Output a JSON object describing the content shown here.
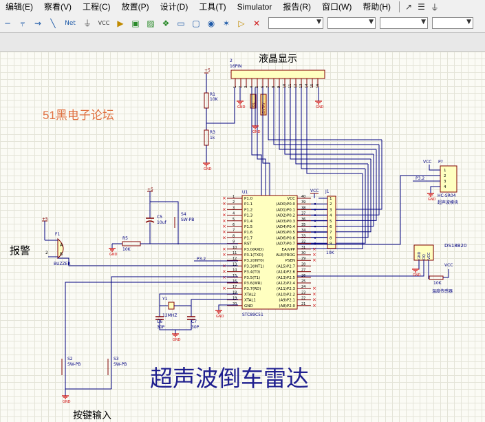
{
  "menu": {
    "items": [
      "编辑(E)",
      "察看(V)",
      "工程(C)",
      "放置(P)",
      "设计(D)",
      "工具(T)",
      "Simulator",
      "报告(R)",
      "窗口(W)",
      "帮助(H)"
    ]
  },
  "toolbar": {
    "wire_label": "Net",
    "vcc_label": "VCC"
  },
  "annotations": {
    "site_label": "51黑电子论坛",
    "title": "超声波倒车雷达",
    "lcd_label": "液晶显示",
    "alarm_label": "报警",
    "key_label": "按键输入"
  },
  "schematic": {
    "lcd": {
      "ref": "2",
      "value": "16PIN"
    },
    "r1": {
      "ref": "R1",
      "value": "10K"
    },
    "r3": {
      "ref": "R3",
      "value": "1k"
    },
    "r5": {
      "ref": "R5",
      "value": "10K"
    },
    "c5": {
      "ref": "C5",
      "value": "10uf"
    },
    "c6": {
      "ref": "C6",
      "value": "30P"
    },
    "c7": {
      "ref": "C7",
      "value": "30P"
    },
    "y1": {
      "ref": "Y1",
      "value": "12MHZ"
    },
    "s4": {
      "ref": "S4",
      "value": "SW-PB"
    },
    "s2": {
      "ref": "S2",
      "value": "SW-PB"
    },
    "s3": {
      "ref": "S3",
      "value": "SW-PB"
    },
    "f1": {
      "ref": "F1",
      "value": "BUZZER"
    },
    "u1": {
      "ref": "U1",
      "value": "STC89C51"
    },
    "j1": {
      "ref": "J1",
      "value": "10K"
    },
    "p": {
      "ref": "P?",
      "value": "HC-SR04",
      "desc": "超声波模块"
    },
    "ds": {
      "ref": "DS18B20",
      "pins": [
        "GND",
        "DQ",
        "VCC"
      ],
      "sensor_label": "温度传感器",
      "res": "10K"
    },
    "vcc": "VCC",
    "plus5": "+5",
    "gnd": "GND",
    "net_p32": "P3.2",
    "lcd_pins": [
      "1",
      "2",
      "3",
      "4",
      "5",
      "6",
      "7",
      "8",
      "9",
      "10",
      "11",
      "12",
      "13",
      "14",
      "15",
      "16"
    ],
    "lcd_mid_pin": "ENTRY",
    "lcd_bar_pin": "BL",
    "mcu_left_pins": [
      {
        "num": "1",
        "name": "P1.0"
      },
      {
        "num": "2",
        "name": "P1.1"
      },
      {
        "num": "3",
        "name": "P1.2"
      },
      {
        "num": "4",
        "name": "P1.3"
      },
      {
        "num": "5",
        "name": "P1.4"
      },
      {
        "num": "6",
        "name": "P1.5"
      },
      {
        "num": "7",
        "name": "P1.6"
      },
      {
        "num": "8",
        "name": "P1.7"
      },
      {
        "num": "9",
        "name": "RST"
      },
      {
        "num": "10",
        "name": "P3.0(RXD)"
      },
      {
        "num": "11",
        "name": "P3.1(TXD)"
      },
      {
        "num": "12",
        "name": "P3.2(INT0)"
      },
      {
        "num": "13",
        "name": "P3.3(INT1)"
      },
      {
        "num": "14",
        "name": "P3.4(T0)"
      },
      {
        "num": "15",
        "name": "P3.5(T1)"
      },
      {
        "num": "16",
        "name": "P3.6(WR)"
      },
      {
        "num": "17",
        "name": "P3.7(RD)"
      },
      {
        "num": "18",
        "name": "XTAL2"
      },
      {
        "num": "19",
        "name": "XTAL1"
      },
      {
        "num": "20",
        "name": "GND"
      }
    ],
    "mcu_right_pins": [
      {
        "num": "40",
        "name": "VCC"
      },
      {
        "num": "39",
        "name": "(AD0)P0.0"
      },
      {
        "num": "38",
        "name": "(AD1)P0.1"
      },
      {
        "num": "37",
        "name": "(AD2)P0.2"
      },
      {
        "num": "36",
        "name": "(AD3)P0.3"
      },
      {
        "num": "35",
        "name": "(AD4)P0.4"
      },
      {
        "num": "34",
        "name": "(AD5)P0.5"
      },
      {
        "num": "33",
        "name": "(AD6)P0.6"
      },
      {
        "num": "32",
        "name": "(AD7)P0.7"
      },
      {
        "num": "31",
        "name": "EA/VPP"
      },
      {
        "num": "30",
        "name": "ALE/PROG"
      },
      {
        "num": "29",
        "name": "PSEN"
      },
      {
        "num": "28",
        "name": "(A15)P2.7"
      },
      {
        "num": "27",
        "name": "(A14)P2.6"
      },
      {
        "num": "26",
        "name": "(A13)P2.5"
      },
      {
        "num": "25",
        "name": "(A12)P2.4"
      },
      {
        "num": "24",
        "name": "(A11)P2.3"
      },
      {
        "num": "23",
        "name": "(A10)P2.2"
      },
      {
        "num": "22",
        "name": "(A9)P2.1"
      },
      {
        "num": "21",
        "name": "(A8)P2.0"
      }
    ],
    "j1_pins": [
      "1",
      "2",
      "3",
      "4",
      "5",
      "6",
      "7",
      "8",
      "9"
    ],
    "p_pins": [
      "1",
      "2",
      "3",
      "4"
    ],
    "buzzer_pins": [
      "A",
      "B"
    ]
  },
  "colors": {
    "wire": "#000080",
    "component": "#800000",
    "part_fill": "#ffffc0",
    "label": "#000080",
    "title": "#1f1f8f",
    "site": "#e07040",
    "grid": "#e4e4d8",
    "canvas": "#fbfbf5",
    "gnd": "#cc0000"
  }
}
